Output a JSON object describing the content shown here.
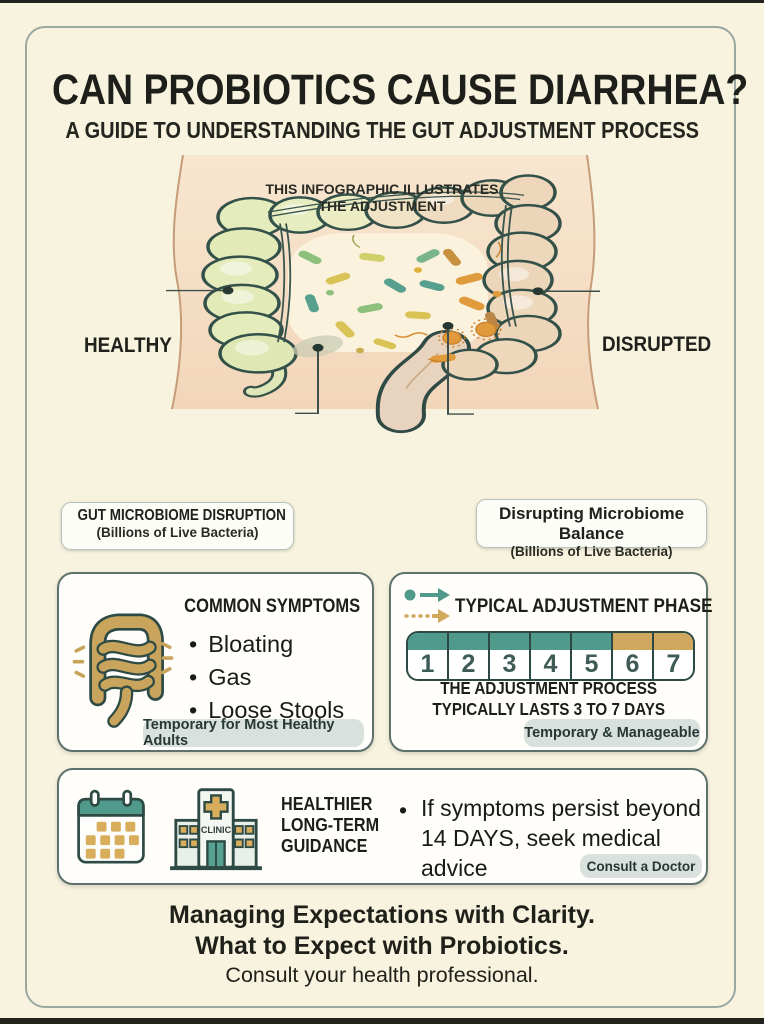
{
  "page": {
    "title": "CAN PROBIOTICS CAUSE DIARRHEA?",
    "subtitle": "A GUIDE TO UNDERSTANDING THE GUT ADJUSTMENT PROCESS"
  },
  "illustration": {
    "caption_line1": "THIS INFOGRAPHIC ILLUSTRATES",
    "caption_line2": "THE ADJUSTMENT",
    "label_left": "HEALTHY",
    "label_right": "DISRUPTED",
    "callout_left": {
      "title": "GUT MICROBIOME DISRUPTION",
      "subtitle": "(Billions of Live Bacteria)"
    },
    "callout_right": {
      "title": "Disrupting Microbiome Balance",
      "subtitle": "(Billions of Live Bacteria)"
    }
  },
  "symptoms": {
    "title": "COMMON SYMPTOMS",
    "items": [
      "Bloating",
      "Gas",
      "Loose Stools"
    ],
    "badge": "Temporary for Most Healthy Adults"
  },
  "adjustment": {
    "title": "TYPICAL ADJUSTMENT PHASE",
    "days": [
      "1",
      "2",
      "3",
      "4",
      "5",
      "6",
      "7"
    ],
    "teal_day_count": 5,
    "gold_day_count": 2,
    "note_line1": "THE ADJUSTMENT PROCESS",
    "note_line2": "TYPICALLY LASTS 3 TO 7 DAYS",
    "badge": "Temporary & Manageable"
  },
  "guidance": {
    "title_line1": "HEALTHIER",
    "title_line2": "LONG-TERM",
    "title_line3": "GUIDANCE",
    "clinic_label": "CLINIC",
    "advice_line1": "If symptoms persist beyond",
    "advice_line2": "14 DAYS, seek medical advice",
    "badge": "Consult a Doctor"
  },
  "footer": {
    "line1": "Managing Expectations with Clarity.",
    "line2": "What to Expect with Probiotics.",
    "line3": "Consult your health professional."
  },
  "colors": {
    "teal_accent": "#4f9a8b",
    "gold_accent": "#cfa85e",
    "cream_background": "#f8f3df",
    "skin_tone": "#f6dfc6",
    "healthy_green": "#e4ecbc",
    "disrupted_tan": "#ecd5b8",
    "ink": "#21221d",
    "badge_gray": "#d9e1de"
  }
}
